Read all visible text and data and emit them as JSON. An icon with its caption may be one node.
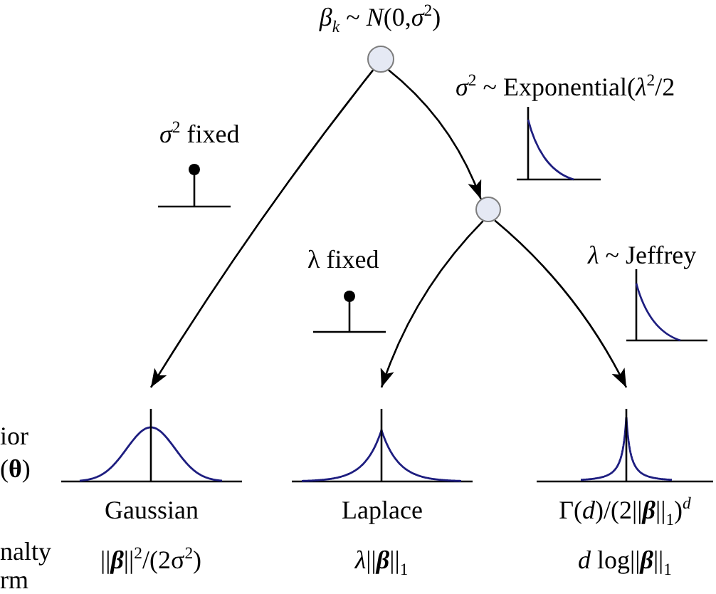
{
  "diagram": {
    "nodes": [
      {
        "text": [],
        "shape": "circle",
        "beside": [
          "*β*$_{k}$ ~ *N*(0,*σ*$^{2}$)"
        ]
      },
      {
        "text": [],
        "shape": "circle"
      },
      {
        "text": [
          "Gaussian"
        ]
      },
      {
        "text": [
          "Laplace"
        ]
      },
      {
        "text": [
          "Γ(*d*)/(2||**β**||$_{1}$)$^{d}$"
        ]
      }
    ],
    "edges": [
      {
        "from": 0,
        "to": 2,
        "arrow": "to"
      },
      {
        "from": 0,
        "to": 1,
        "arrow": "to"
      },
      {
        "from": 1,
        "to": 3,
        "arrow": "to"
      },
      {
        "from": 1,
        "to": 4,
        "arrow": "to"
      }
    ],
    "labels": [
      "*σ*$^{2}$ ~ Exponential(*λ*$^{2}$/2",
      "*σ*$^{2}$ fixed",
      "*λ* ~ Jeffrey",
      "λ fixed",
      "ior (**θ**)",
      "nalty rm",
      "||**β**||$^{2}$/(2σ$^{2}$)",
      "*λ*||**β**||$_{1}$",
      "*d* log||**β**||$_{1}$"
    ]
  }
}
